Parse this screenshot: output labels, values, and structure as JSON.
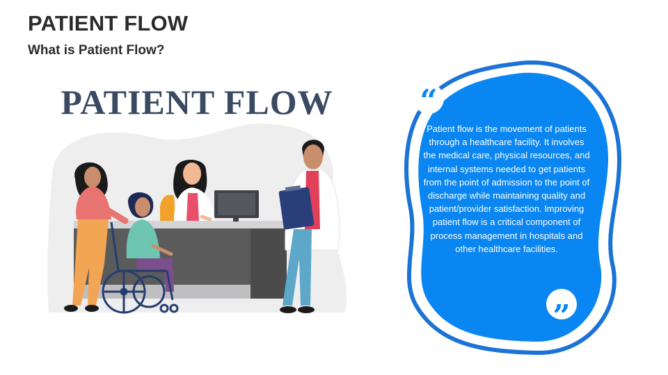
{
  "slide": {
    "title": "PATIENT FLOW",
    "subtitle": "What is Patient Flow?"
  },
  "illustration": {
    "heading": "PATIENT FLOW",
    "description_icon": "hospital-reception-scene"
  },
  "quote": {
    "text": "Patient flow is the movement of patients through a healthcare facility. It involves the medical care, physical resources, and internal systems needed to get patients from the point of admission to the point of discharge while maintaining quality and patient/provider satisfaction. Improving patient flow is a critical component of process management in hospitals and other healthcare facilities.",
    "open_icon": "open-quote-icon",
    "close_icon": "close-quote-icon"
  },
  "colors": {
    "title": "#2b2b2b",
    "heading": "#3a4a63",
    "quote_blue": "#0a86f2",
    "quote_outline": "#1b73d6",
    "blob_gray": "#eeeeef"
  }
}
